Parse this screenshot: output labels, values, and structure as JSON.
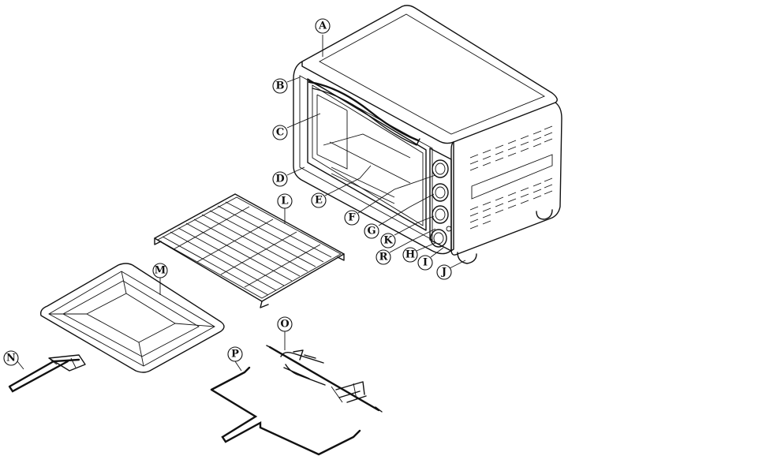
{
  "callouts": {
    "A": "A",
    "B": "B",
    "C": "C",
    "D": "D",
    "E": "E",
    "F": "F",
    "G": "G",
    "K": "K",
    "R": "R",
    "H": "H",
    "I": "I",
    "J": "J",
    "L": "L",
    "M": "M",
    "N": "N",
    "O": "O",
    "P": "P"
  },
  "colors": {
    "line": "#111111",
    "background": "#ffffff"
  }
}
